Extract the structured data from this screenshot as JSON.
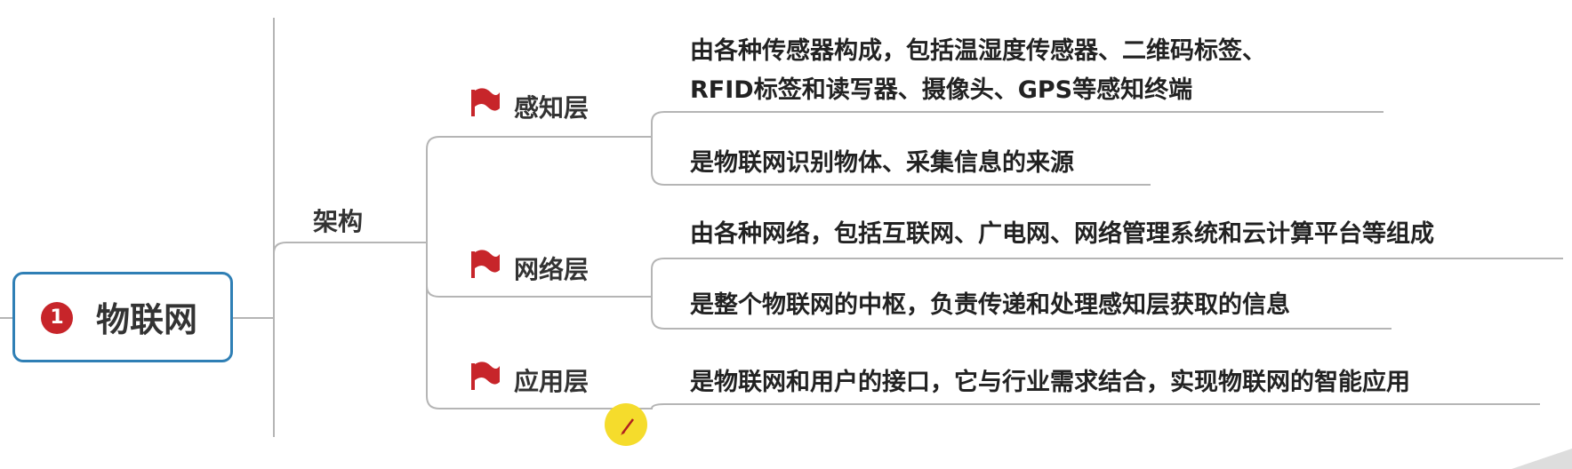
{
  "root": {
    "badge": "1",
    "label": "物联网"
  },
  "branch": {
    "label": "架构"
  },
  "layers": [
    {
      "label": "感知层",
      "flag_color": "#c7252a",
      "leaves": [
        {
          "lines": [
            "由各种传感器构成，包括温湿度传感器、二维码标签、",
            "RFID标签和读写器、摄像头、GPS等感知终端"
          ]
        },
        {
          "lines": [
            "是物联网识别物体、采集信息的来源"
          ]
        }
      ]
    },
    {
      "label": "网络层",
      "flag_color": "#c7252a",
      "leaves": [
        {
          "lines": [
            "由各种网络，包括互联网、广电网、网络管理系统和云计算平台等组成"
          ]
        },
        {
          "lines": [
            "是整个物联网的中枢，负责传递和处理感知层获取的信息"
          ]
        }
      ]
    },
    {
      "label": "应用层",
      "flag_color": "#c7252a",
      "leaves": [
        {
          "lines": [
            "是物联网和用户的接口，它与行业需求结合，实现物联网的智能应用"
          ]
        }
      ]
    }
  ],
  "colors": {
    "line": "#b5b5b5",
    "root_border": "#2f7fb5",
    "badge": "#c7252a",
    "cursor": "#f5dc2c"
  }
}
